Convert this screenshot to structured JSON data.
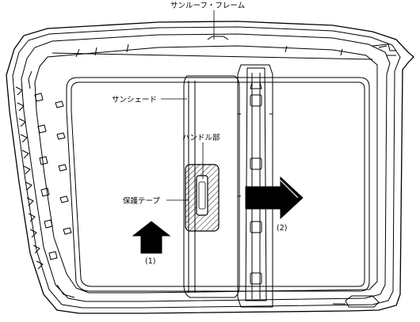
{
  "labels": {
    "sunroof_frame": "サンルーフ・フレーム",
    "sunshade": "サンシェード",
    "handle": "ハンドル部",
    "protective_tape": "保護テープ",
    "step1": "(1)",
    "step2": "(2)"
  },
  "colors": {
    "line": "#000000",
    "arrow_fill": "#000000",
    "background": "#ffffff"
  }
}
